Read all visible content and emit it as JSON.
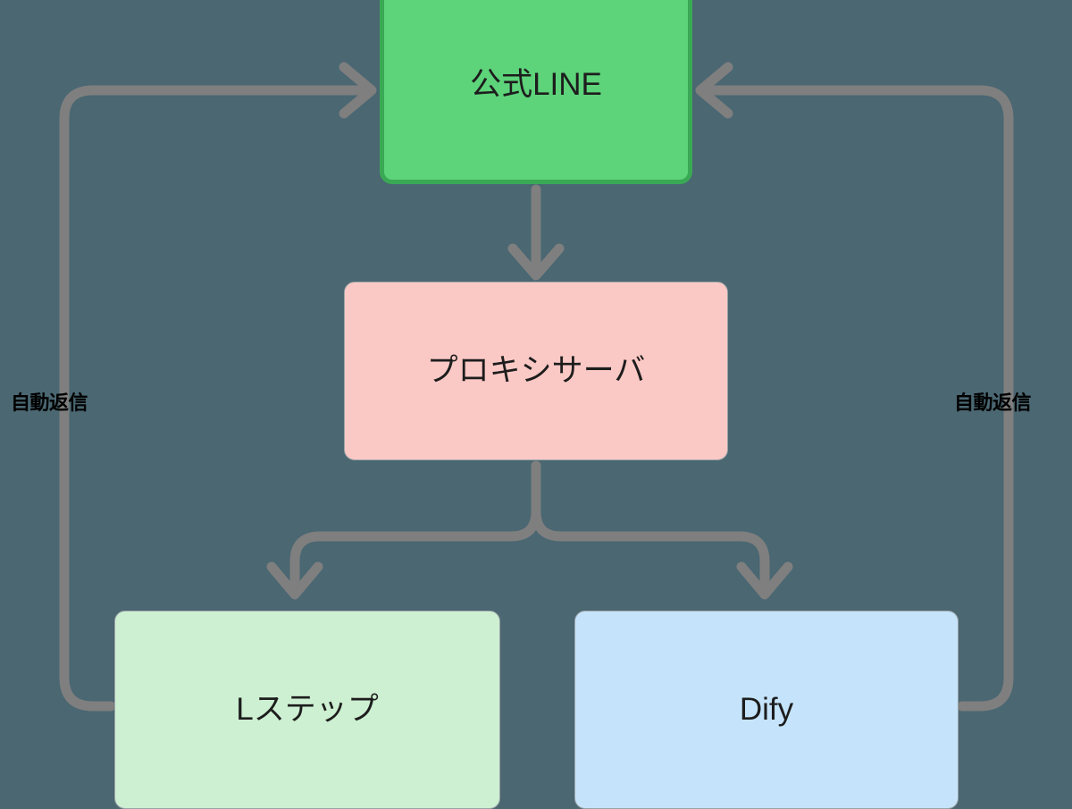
{
  "diagram": {
    "type": "flowchart",
    "title": "",
    "background_color": "#4a6772",
    "edge_color": "#7f7f7f",
    "nodes": [
      {
        "id": "line",
        "label": "公式LINE",
        "fill": "#5dd37a",
        "border": "#3aa955",
        "text_color": "#1d1d1d"
      },
      {
        "id": "proxy",
        "label": "プロキシサーバ",
        "fill": "#fbc9c5",
        "border": "#9aa3a6",
        "text_color": "#1d1d1d"
      },
      {
        "id": "lstep",
        "label": "Lステップ",
        "fill": "#cdf0d2",
        "border": "#9aa3a6",
        "text_color": "#1d1d1d"
      },
      {
        "id": "dify",
        "label": "Dify",
        "fill": "#c5e4fb",
        "border": "#9aa3a6",
        "text_color": "#1d1d1d"
      }
    ],
    "edges": [
      {
        "id": "line-to-proxy",
        "from": "line",
        "to": "proxy",
        "label": "",
        "arrow": "down"
      },
      {
        "id": "proxy-to-lstep",
        "from": "proxy",
        "to": "lstep",
        "label": "",
        "arrow": "down"
      },
      {
        "id": "proxy-to-dify",
        "from": "proxy",
        "to": "dify",
        "label": "",
        "arrow": "down"
      },
      {
        "id": "lstep-to-line",
        "from": "lstep",
        "to": "line",
        "label": "自動返信",
        "arrow": "right"
      },
      {
        "id": "dify-to-line",
        "from": "dify",
        "to": "line",
        "label": "自動返信",
        "arrow": "left"
      }
    ],
    "labels": {
      "left_reply": "自動返信",
      "right_reply": "自動返信"
    }
  }
}
